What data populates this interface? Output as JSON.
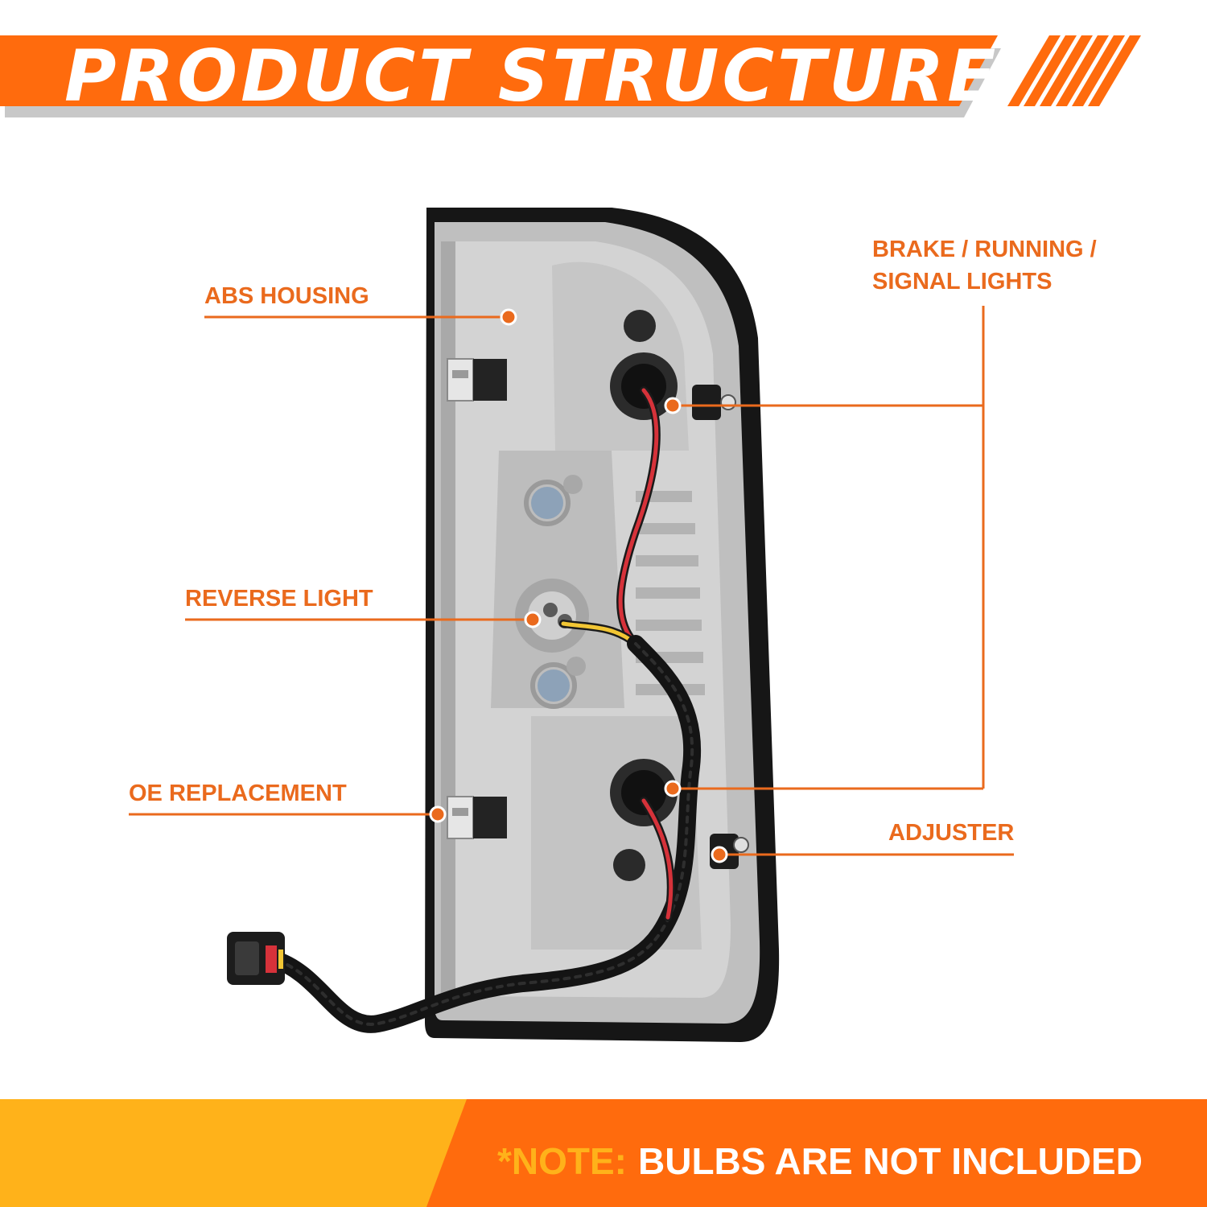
{
  "header": {
    "title": "PRODUCT STRUCTURE"
  },
  "callouts": [
    {
      "id": "abs-housing",
      "label": "ABS HOUSING"
    },
    {
      "id": "reverse-light",
      "label": "REVERSE LIGHT"
    },
    {
      "id": "oe-replacement",
      "label": "OE REPLACEMENT"
    },
    {
      "id": "brake-running-signal",
      "label_line1": "BRAKE / RUNNING /",
      "label_line2": "SIGNAL LIGHTS"
    },
    {
      "id": "adjuster",
      "label": "ADJUSTER"
    }
  ],
  "footer": {
    "note_lead": "*NOTE:",
    "note_body": "BULBS ARE NOT INCLUDED"
  },
  "colors": {
    "accent_orange": "#ff6b0d",
    "label_orange": "#ea6a1d",
    "footer_yellow": "#ffb21a",
    "lamp_frame": "#161616",
    "lamp_housing": "#bfbfbf"
  }
}
